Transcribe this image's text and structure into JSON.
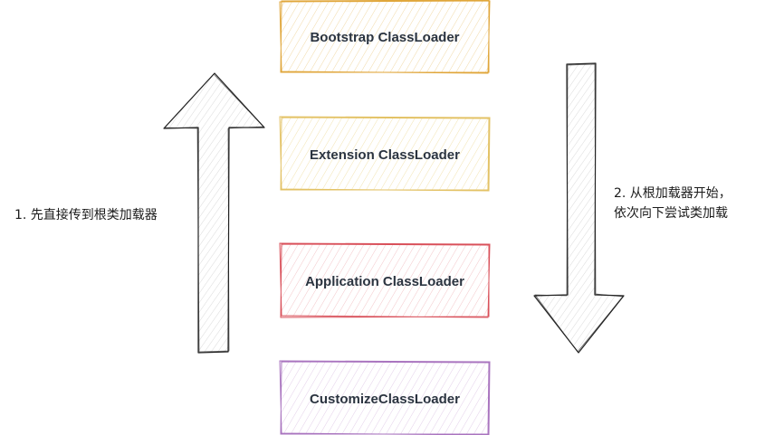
{
  "boxes": [
    {
      "label": "Bootstrap ClassLoader",
      "fill": "#fdf3e0",
      "stroke": "#e0a63a"
    },
    {
      "label": "Extension ClassLoader",
      "fill": "#fdf6e3",
      "stroke": "#e3c265"
    },
    {
      "label": "Application ClassLoader",
      "fill": "#fde9ea",
      "stroke": "#d9505a"
    },
    {
      "label": "CustomizeClassLoader",
      "fill": "#f6eef8",
      "stroke": "#a974bf"
    }
  ],
  "left_note": {
    "text": "1. 先直接传到根类加载器"
  },
  "right_note": {
    "line1": "2. 从根加载器开始，",
    "line2": "依次向下尝试类加载"
  },
  "arrows": {
    "up_label": "up-arrow",
    "down_label": "down-arrow",
    "stroke": "#222222",
    "hatch": "#d6d6d6"
  }
}
